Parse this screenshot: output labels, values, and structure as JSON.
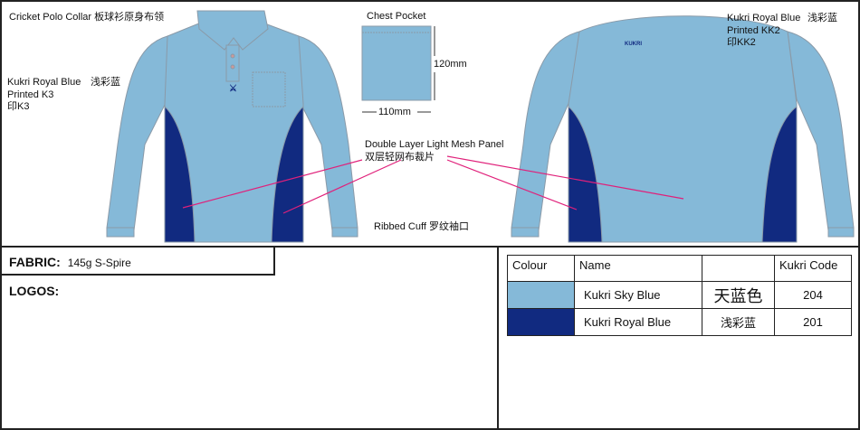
{
  "labels": {
    "collar": "Cricket Polo Collar  板球衫原身布领",
    "front_colour": {
      "line1": "Kukri Royal Blue",
      "cn": "浅彩蓝",
      "line2": "Printed K3",
      "line3": "印K3"
    },
    "back_colour": {
      "line1": "Kukri Royal Blue",
      "cn": "浅彩蓝",
      "line2": "Printed KK2",
      "line3": "印KK2"
    },
    "pocket_title": "Chest Pocket",
    "pocket_height": "120mm",
    "pocket_width": "110mm",
    "mesh": "Double Layer Light Mesh Panel",
    "mesh_cn": "双层轻网布裁片",
    "cuff": "Ribbed Cuff  罗纹袖口",
    "logo_text": "KUKRI"
  },
  "fabric": {
    "label": "FABRIC:",
    "value": "145g S-Spire"
  },
  "logos": {
    "label": "LOGOS:"
  },
  "colour_table": {
    "headers": [
      "Colour",
      "Name",
      "",
      "Kukri Code"
    ],
    "rows": [
      {
        "swatch": "#85b9d8",
        "name": "Kukri Sky Blue",
        "cn": "天蓝色",
        "code": "204"
      },
      {
        "swatch": "#112a80",
        "name": "Kukri Royal Blue",
        "cn": "浅彩蓝",
        "code": "201"
      }
    ]
  },
  "colors": {
    "sky": "#85b9d8",
    "royal": "#112a80",
    "pointer": "#e0207a"
  }
}
